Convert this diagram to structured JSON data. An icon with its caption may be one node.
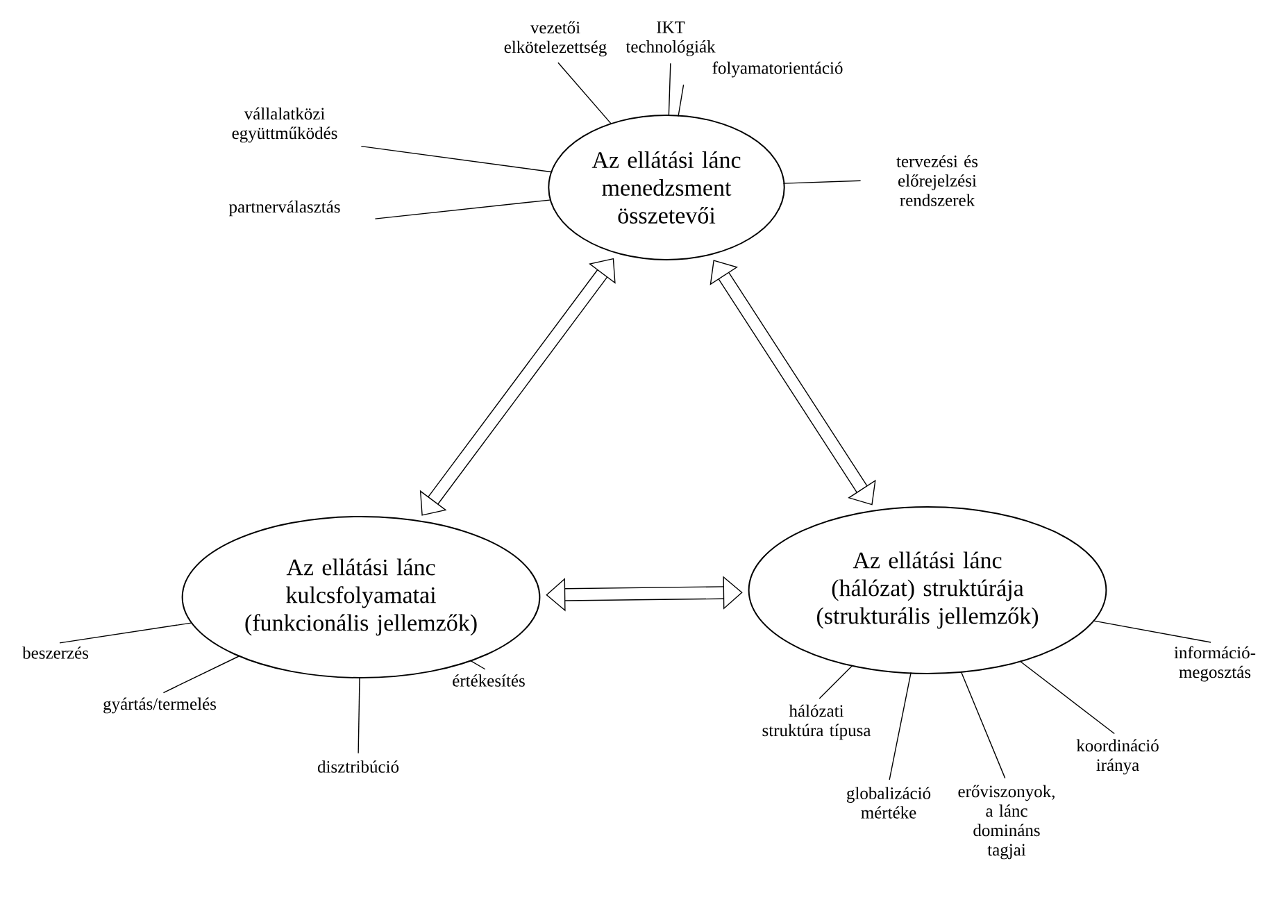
{
  "diagram": {
    "nodes": [
      {
        "text": [
          "Az ellátási lánc menedzsment összetevői"
        ]
      },
      {
        "text": [
          "Az ellátási lánc kulcsfolyamatai (funkcionális jellemzők)"
        ]
      },
      {
        "text": [
          "Az ellátási lánc (hálózat) struktúrája (strukturális jellemzők)"
        ]
      },
      {
        "text": [
          "partnerválasztás"
        ]
      },
      {
        "text": [
          "vállalatközi együttműködés"
        ]
      },
      {
        "text": [
          "vezetői elkötelezettség"
        ]
      },
      {
        "text": [
          "IKT technológiák"
        ]
      },
      {
        "text": [
          "folyamatorientáció"
        ]
      },
      {
        "text": [
          "tervezési és előrejelzési rendszerek"
        ]
      },
      {
        "text": [
          "beszerzés"
        ]
      },
      {
        "text": [
          "gyártás/termelés"
        ]
      },
      {
        "text": [
          "disztribúció"
        ]
      },
      {
        "text": [
          "értékesítés"
        ]
      },
      {
        "text": [
          "hálózati struktúra típusa"
        ]
      },
      {
        "text": [
          "globalizáció mértéke"
        ]
      },
      {
        "text": [
          "erőviszonyok, a lánc domináns tagjai"
        ]
      },
      {
        "text": [
          "koordináció iránya"
        ]
      },
      {
        "text": [
          "információ-megosztás"
        ]
      }
    ],
    "edges": [
      {
        "from": 1,
        "to": 0,
        "arrow": "both",
        "style": "thick"
      },
      {
        "from": 0,
        "to": 2,
        "arrow": "both",
        "style": "thick"
      },
      {
        "from": 1,
        "to": 2,
        "arrow": "both",
        "style": "thick"
      },
      {
        "from": 3,
        "to": 0,
        "arrow": "none"
      },
      {
        "from": 4,
        "to": 0,
        "arrow": "none"
      },
      {
        "from": 5,
        "to": 0,
        "arrow": "none"
      },
      {
        "from": 6,
        "to": 0,
        "arrow": "none"
      },
      {
        "from": 7,
        "to": 0,
        "arrow": "none"
      },
      {
        "from": 8,
        "to": 0,
        "arrow": "none"
      },
      {
        "from": 9,
        "to": 1,
        "arrow": "none"
      },
      {
        "from": 10,
        "to": 1,
        "arrow": "none"
      },
      {
        "from": 11,
        "to": 1,
        "arrow": "none"
      },
      {
        "from": 12,
        "to": 1,
        "arrow": "none"
      },
      {
        "from": 13,
        "to": 2,
        "arrow": "none"
      },
      {
        "from": 14,
        "to": 2,
        "arrow": "none"
      },
      {
        "from": 15,
        "to": 2,
        "arrow": "none"
      },
      {
        "from": 16,
        "to": 2,
        "arrow": "none"
      },
      {
        "from": 17,
        "to": 2,
        "arrow": "none"
      }
    ]
  }
}
